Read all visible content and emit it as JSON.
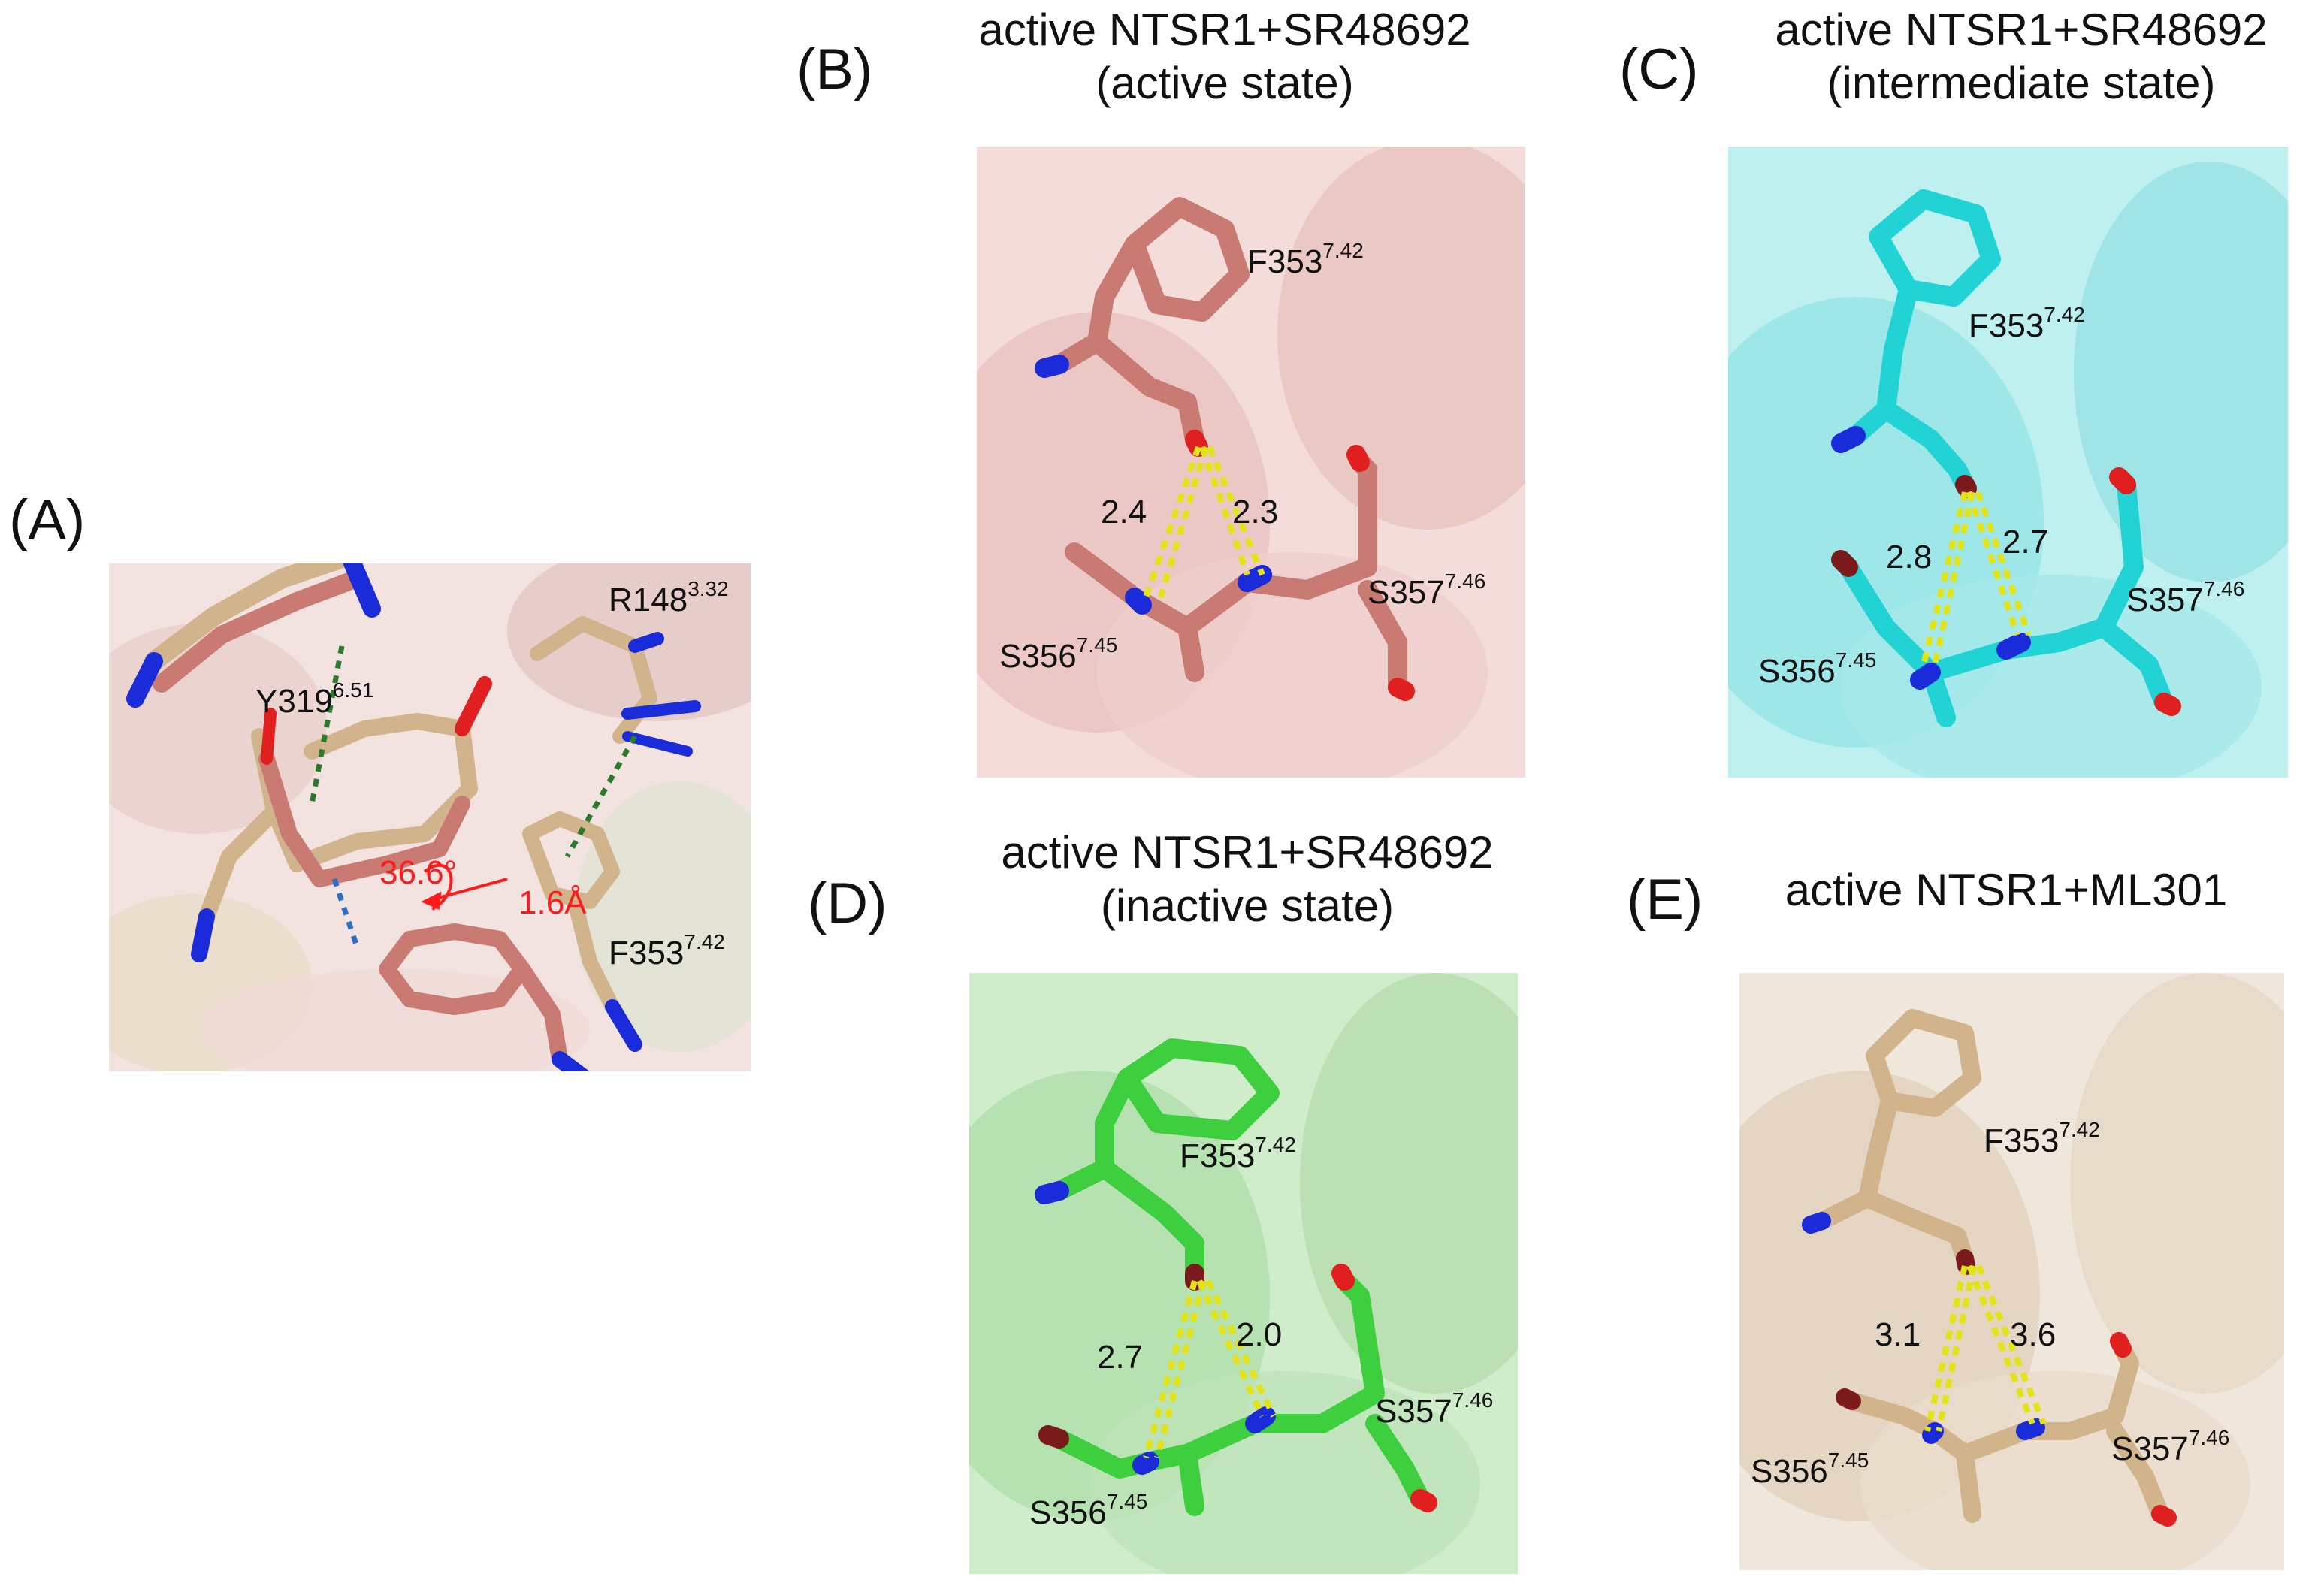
{
  "colors": {
    "salmon": "#c97a72",
    "tan": "#d2b48c",
    "cyan": "#22d3d6",
    "green": "#3ecf3e",
    "oxygen": "#e01f1f",
    "nitrogen": "#1a2bd9",
    "hbond": "#e3e31a",
    "annotation_red": "#ff1a1a"
  },
  "panels": {
    "A": {
      "letter": "(A)",
      "labels": {
        "y319": {
          "base": "Y319",
          "sup": "6.51"
        },
        "r148": {
          "base": "R148",
          "sup": "3.32"
        },
        "f353": {
          "base": "F353",
          "sup": "7.42"
        }
      },
      "angle": "36.6°",
      "shift": "1.6Å"
    },
    "B": {
      "letter": "(B)",
      "title_line1": "active NTSR1+SR48692",
      "title_line2": "(active state)",
      "labels": {
        "f353": {
          "base": "F353",
          "sup": "7.42"
        },
        "s356": {
          "base": "S356",
          "sup": "7.45"
        },
        "s357": {
          "base": "S357",
          "sup": "7.46"
        }
      },
      "distances": [
        "2.4",
        "2.3"
      ]
    },
    "C": {
      "letter": "(C)",
      "title_line1": "active NTSR1+SR48692",
      "title_line2": "(intermediate state)",
      "labels": {
        "f353": {
          "base": "F353",
          "sup": "7.42"
        },
        "s356": {
          "base": "S356",
          "sup": "7.45"
        },
        "s357": {
          "base": "S357",
          "sup": "7.46"
        }
      },
      "distances": [
        "2.8",
        "2.7"
      ]
    },
    "D": {
      "letter": "(D)",
      "title_line1": "active NTSR1+SR48692",
      "title_line2": "(inactive state)",
      "labels": {
        "f353": {
          "base": "F353",
          "sup": "7.42"
        },
        "s356": {
          "base": "S356",
          "sup": "7.45"
        },
        "s357": {
          "base": "S357",
          "sup": "7.46"
        }
      },
      "distances": [
        "2.7",
        "2.0"
      ]
    },
    "E": {
      "letter": "(E)",
      "title_line1": "active NTSR1+ML301",
      "labels": {
        "f353": {
          "base": "F353",
          "sup": "7.42"
        },
        "s356": {
          "base": "S356",
          "sup": "7.45"
        },
        "s357": {
          "base": "S357",
          "sup": "7.46"
        }
      },
      "distances": [
        "3.1",
        "3.6"
      ]
    }
  }
}
